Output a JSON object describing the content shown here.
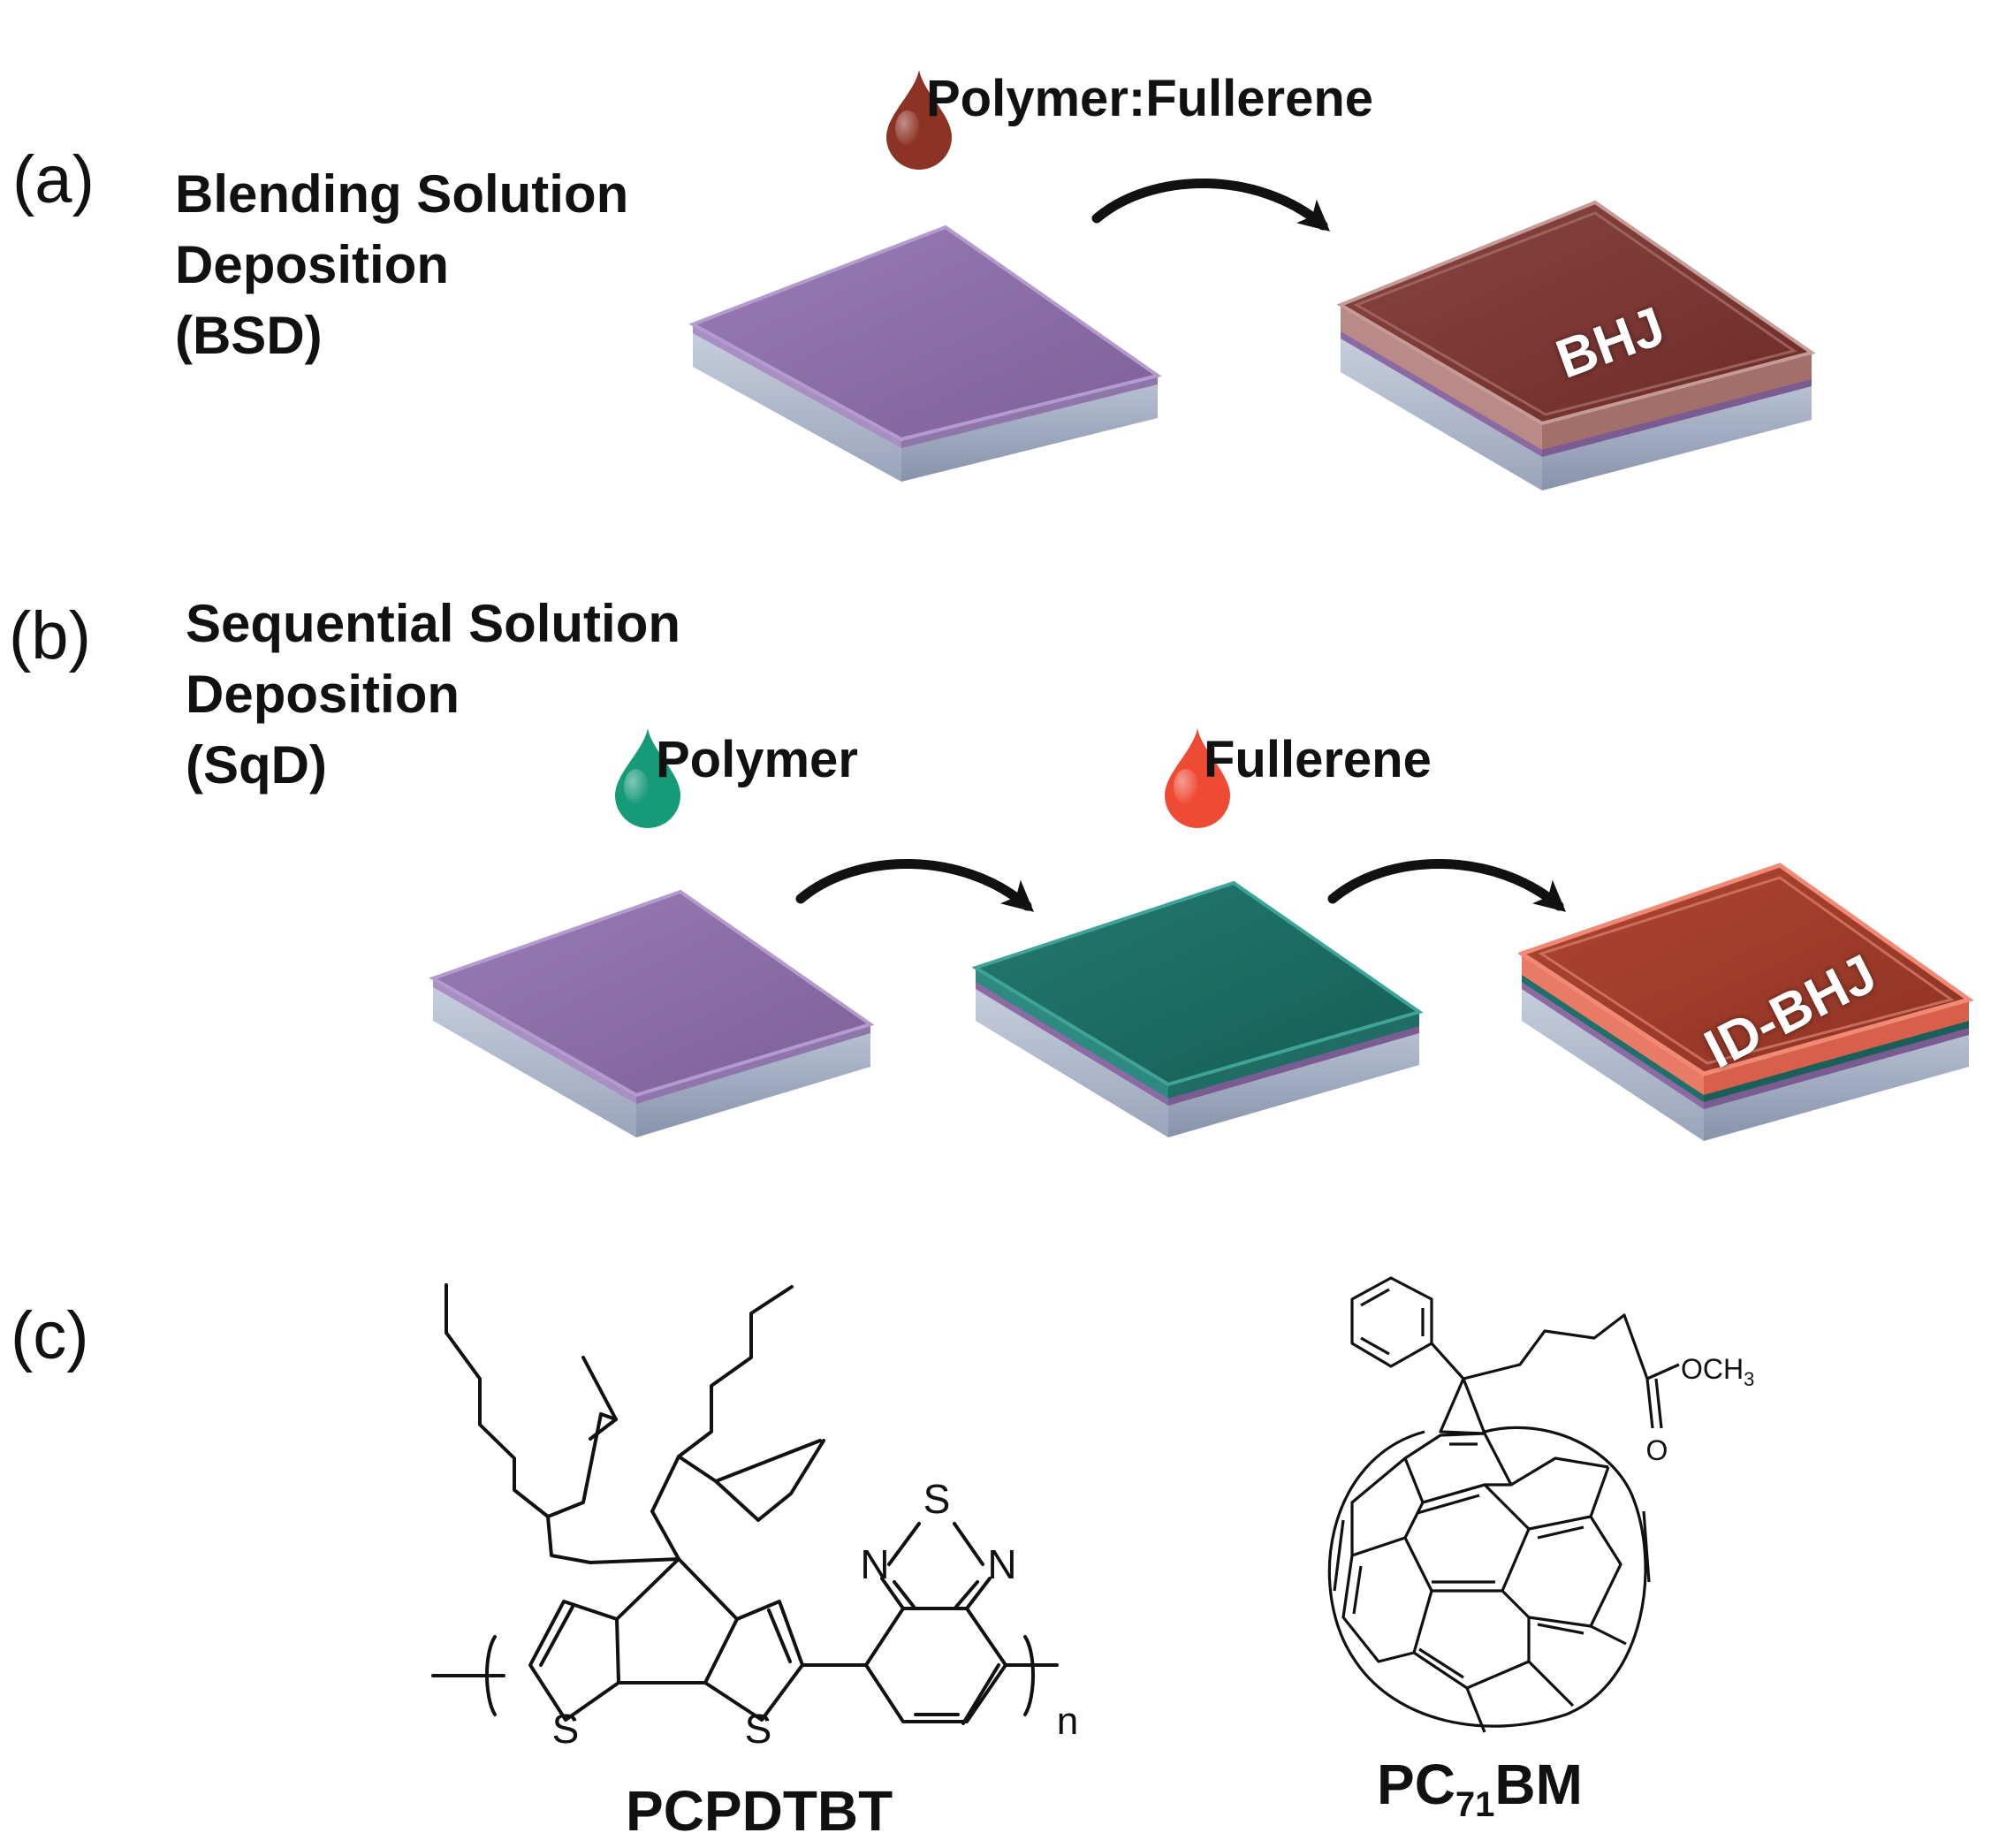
{
  "panels": {
    "a": {
      "label": "(a)",
      "method_lines": [
        "Blending Solution",
        "Deposition",
        "(BSD)"
      ],
      "drop_label": "Polymer:Fullerene",
      "result_label": "BHJ"
    },
    "b": {
      "label": "(b)",
      "method_lines": [
        "Sequential Solution",
        "Deposition",
        "(SqD)"
      ],
      "drop1_label": "Polymer",
      "drop2_label": "Fullerene",
      "result_label": "ID-BHJ"
    },
    "c": {
      "label": "(c)",
      "molecule1": {
        "name": "PCPDTBT",
        "atoms": {
          "S_thiophene1": "S",
          "S_thiophene2": "S",
          "S_thiadiazole": "S",
          "N_left": "N",
          "N_right": "N",
          "repeat_n": "n"
        }
      },
      "molecule2": {
        "name_prefix": "PC",
        "name_sub": "71",
        "name_suffix": "BM",
        "ester_group": "OCH",
        "ester_sub": "3",
        "carbonyl_O": "O"
      }
    }
  },
  "colors": {
    "substrate_purple": "#8a68a4",
    "polymer_teal": "#1d7468",
    "bhj_brown": "#7a3530",
    "idbhj_red": "#9e3a2c",
    "drop_brown": "#8c3325",
    "drop_teal": "#169a78",
    "drop_red": "#ef4a33",
    "glass": "#aab3c8"
  },
  "icons": [
    "droplet-icon",
    "curved-arrow-icon",
    "substrate-slab",
    "chemical-structure"
  ]
}
